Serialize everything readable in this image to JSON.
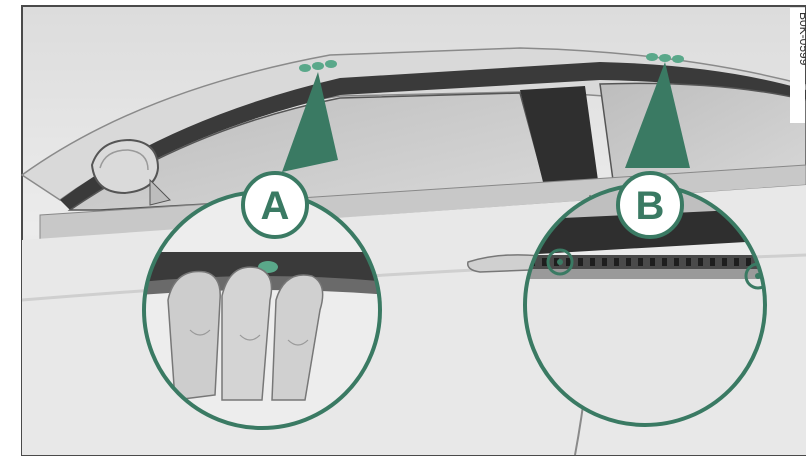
{
  "callouts": {
    "a": "A",
    "b": "B"
  },
  "figure_code": "B0K-0599",
  "colors": {
    "accent": "#3a7a63",
    "accent_light": "#5aa88a",
    "frame": "#4a4a4a",
    "body_light": "#e9e9e9",
    "glass": "#cfcfcf",
    "trim_dark": "#2e2e2e"
  },
  "icons": {
    "pointer_a": "triangle-pointer-icon",
    "pointer_b": "triangle-pointer-icon",
    "clip": "circle-clip-icon"
  }
}
